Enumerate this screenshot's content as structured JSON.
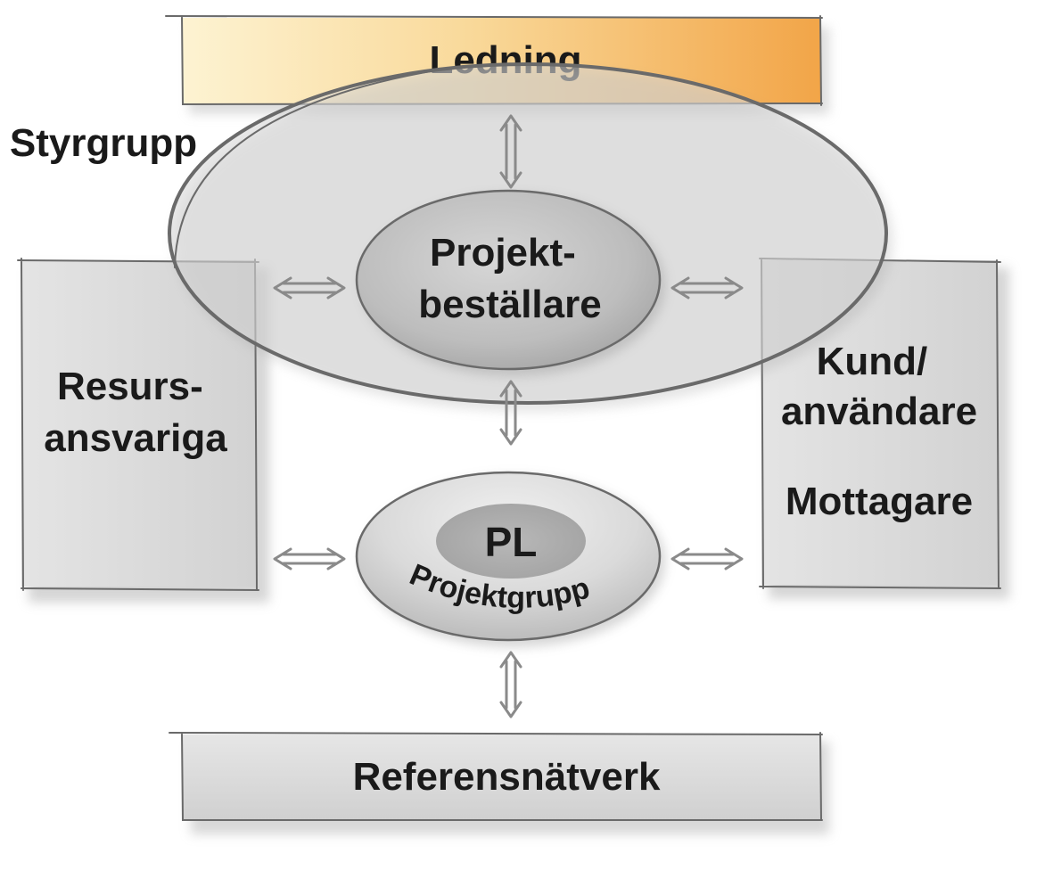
{
  "nodes": {
    "ledning": "Ledning",
    "styrgrupp": "Styrgrupp",
    "projektbestallare": [
      "Projekt-",
      "beställare"
    ],
    "resursansvariga": [
      "Resurs-",
      "ansvariga"
    ],
    "kund": [
      "Kund/",
      "användare"
    ],
    "mottagare": "Mottagare",
    "pl": "PL",
    "projektgrupp": "Projektgrupp",
    "referensnatverk": "Referensnätverk"
  },
  "colors": {
    "ledning_light": "#fdf0c8",
    "ledning_dark": "#f2a548",
    "box_fill": "#dcdcdc",
    "box_shadow": "#b4b4b4",
    "outline": "#6a6a6a",
    "arrow": "#8a8a8a",
    "text": "#1a1a1a"
  }
}
